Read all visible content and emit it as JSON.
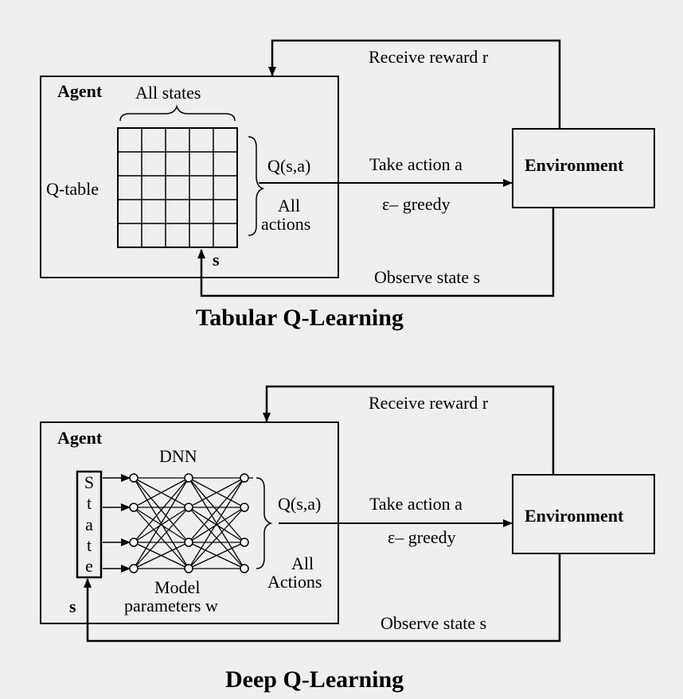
{
  "tabular": {
    "title": "Tabular Q-Learning",
    "agent_label": "Agent",
    "all_states_label": "All states",
    "qtable_label": "Q-table",
    "q_label": "Q(s,a)",
    "all_actions_line1": "All",
    "all_actions_line2": "actions",
    "state_s_label": "s",
    "take_action_label": "Take action a",
    "greedy_label": "ε– greedy",
    "environment_label": "Environment",
    "reward_label": "Receive reward r",
    "observe_label": "Observe state s"
  },
  "deep": {
    "title": "Deep Q-Learning",
    "agent_label": "Agent",
    "dnn_label": "DNN",
    "state_letters": [
      "S",
      "t",
      "a",
      "t",
      "e"
    ],
    "state_s_label": "s",
    "q_label": "Q(s,a)",
    "all_actions_line1": "All",
    "all_actions_line2": "Actions",
    "model_line1": "Model",
    "model_line2": "parameters w",
    "take_action_label": "Take action a",
    "greedy_label": "ε– greedy",
    "environment_label": "Environment",
    "reward_label": "Receive reward r",
    "observe_label": "Observe state s"
  }
}
